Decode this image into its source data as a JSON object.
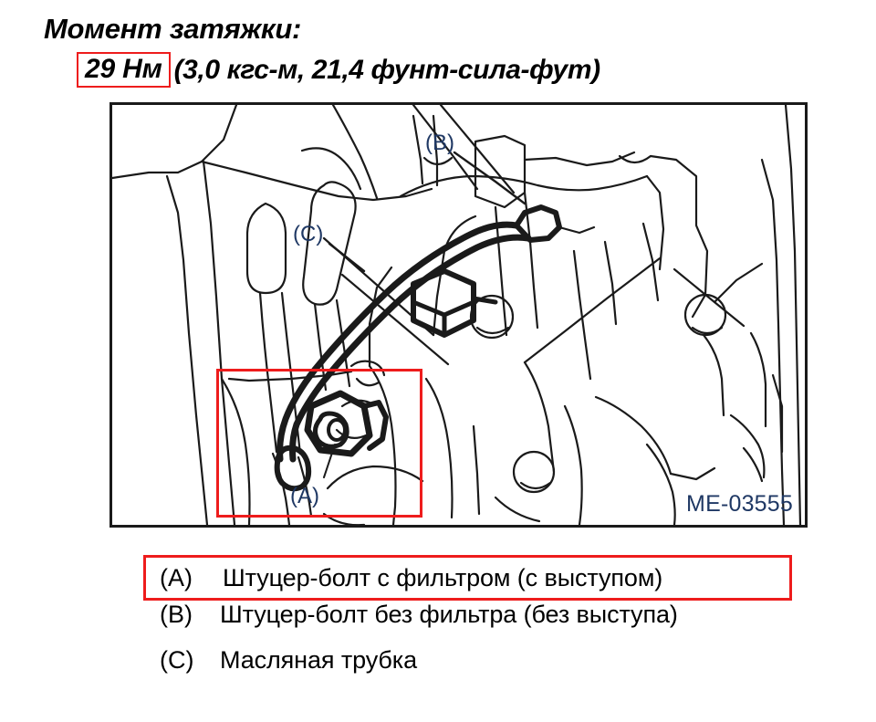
{
  "header": {
    "title": "Момент затяжки:",
    "torque_primary": "29 Нм",
    "torque_alternate": "(3,0 кгс-м, 21,4 фунт-сила-фут)",
    "highlight_color": "#ee1c1c"
  },
  "figure": {
    "figure_id": "ME-03555",
    "ink_color": "#1f3864",
    "callouts": [
      {
        "key": "(B)",
        "name": "callout-b"
      },
      {
        "key": "(C)",
        "name": "callout-c"
      },
      {
        "key": "(A)",
        "name": "callout-a"
      }
    ],
    "highlight_color": "#ee1c1c"
  },
  "legend": {
    "items": [
      {
        "key": "(A)",
        "text": "Штуцер-болт с фильтром (с выступом)",
        "highlighted": true
      },
      {
        "key": "(B)",
        "text": "Штуцер-болт без фильтра (без выступа)",
        "highlighted": false
      },
      {
        "key": "(C)",
        "text": "Масляная трубка",
        "highlighted": false
      }
    ]
  }
}
